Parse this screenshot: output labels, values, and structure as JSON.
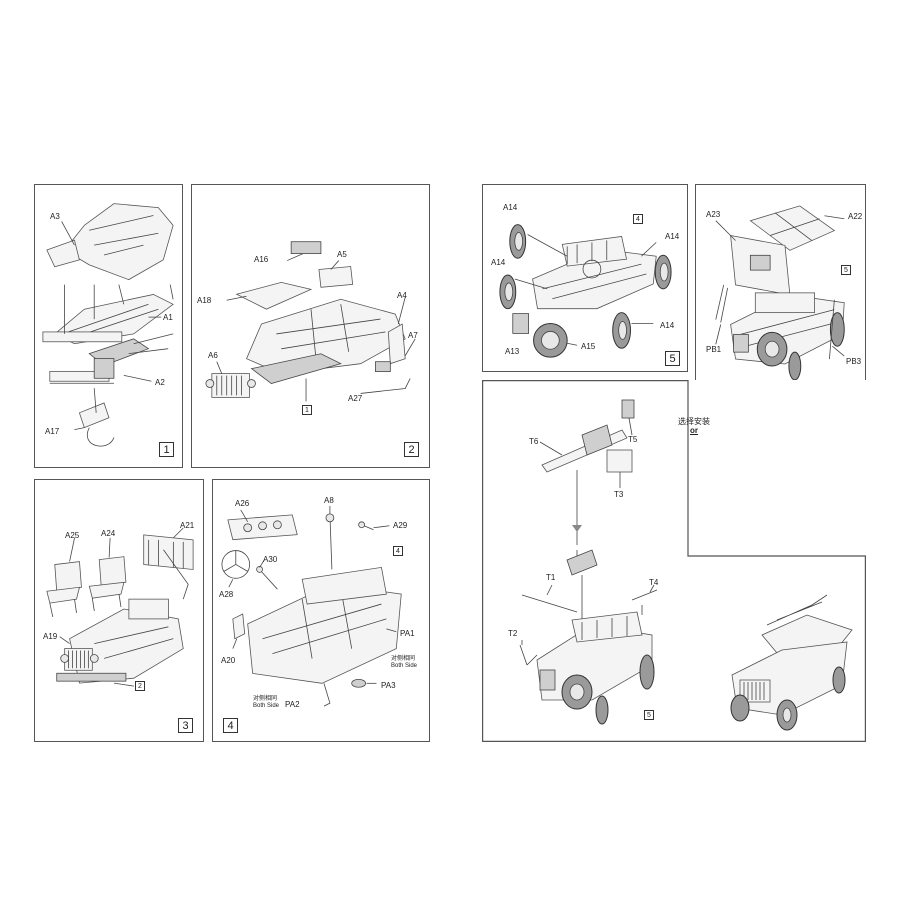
{
  "panels": {
    "p1": {
      "step": "1",
      "labels": {
        "a3": "A3",
        "a1": "A1",
        "a2": "A2",
        "a17": "A17"
      }
    },
    "p2": {
      "step": "2",
      "ref": "1",
      "labels": {
        "a16": "A16",
        "a5": "A5",
        "a18": "A18",
        "a4": "A4",
        "a7": "A7",
        "a6": "A6",
        "a27": "A27"
      }
    },
    "p3": {
      "step": "3",
      "ref": "2",
      "labels": {
        "a21": "A21",
        "a25": "A25",
        "a24": "A24",
        "a19": "A19"
      }
    },
    "p4": {
      "step": "4",
      "ref": "4",
      "labels": {
        "a26": "A26",
        "a8": "A8",
        "a29": "A29",
        "a30": "A30",
        "a28": "A28",
        "pa1": "PA1",
        "a20": "A20",
        "pa3": "PA3",
        "pa2": "PA2"
      },
      "both_side_cn": "对侧相同",
      "both_side_en": "Both Side"
    },
    "p5": {
      "step": "5",
      "ref": "4",
      "labels": {
        "a14_tl": "A14",
        "a14_tr": "A14",
        "a14_ml": "A14",
        "a14_r": "A14",
        "a13": "A13",
        "a15": "A15"
      }
    },
    "p6": {
      "ref": "5",
      "labels": {
        "a23": "A23",
        "a22": "A22",
        "pb1": "PB1",
        "pb3": "PB3"
      }
    },
    "p7": {
      "ref": "5",
      "labels": {
        "t6": "T6",
        "t5": "T5",
        "t3": "T3",
        "t1": "T1",
        "t4": "T4",
        "t2": "T2"
      }
    },
    "or_label": {
      "cn": "选择安装",
      "en": "or"
    }
  }
}
